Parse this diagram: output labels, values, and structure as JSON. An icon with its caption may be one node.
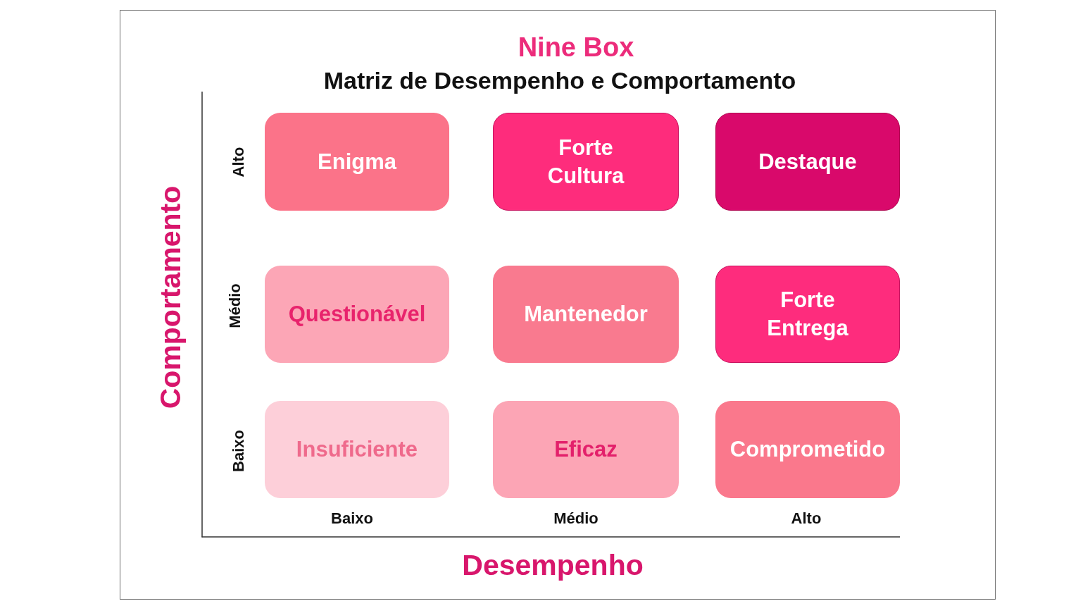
{
  "diagram": {
    "title": "Nine Box",
    "nodes": [
      {
        "text": [
          "Enigma"
        ]
      },
      {
        "text": [
          "Forte Cultura"
        ]
      },
      {
        "text": [
          "Destaque"
        ]
      },
      {
        "text": [
          "Questionável"
        ]
      },
      {
        "text": [
          "Mantenedor"
        ]
      },
      {
        "text": [
          "Forte Entrega"
        ]
      },
      {
        "text": [
          "Insuficiente"
        ]
      },
      {
        "text": [
          "Eficaz"
        ]
      },
      {
        "text": [
          "Comprometido"
        ]
      }
    ],
    "labels": [
      "Matriz de Desempenho e Comportamento",
      "Comportamento",
      "Alto",
      "Médio",
      "Baixo",
      "Baixo",
      "Médio",
      "Alto",
      "Desempenho"
    ]
  }
}
